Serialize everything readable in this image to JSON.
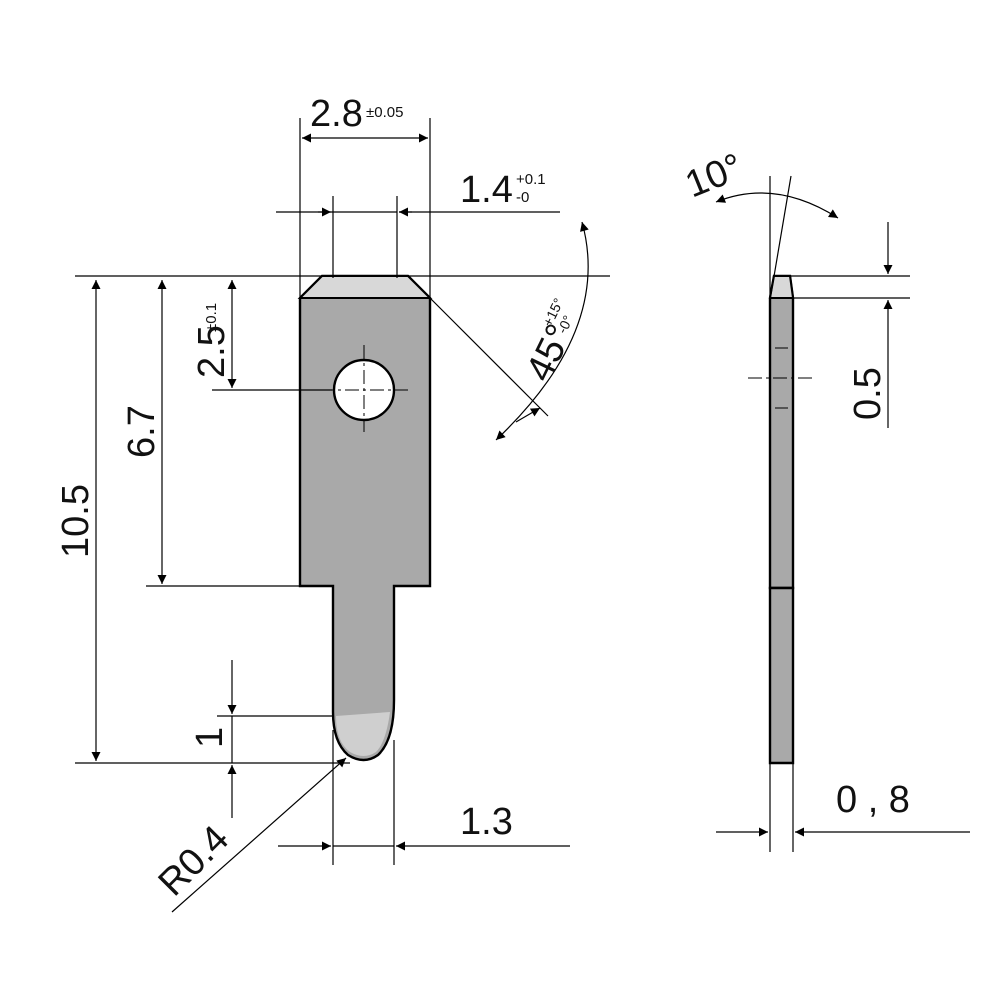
{
  "colors": {
    "part_fill": "#a9a9a9",
    "part_tip_fill": "#d8d8d8",
    "line": "#000000",
    "background": "#ffffff"
  },
  "dimensions": {
    "width_main": "2.8",
    "width_main_tol": "±0.05",
    "offset_top": "1.4",
    "offset_top_tol_plus": "+0.1",
    "offset_top_tol_minus": "-0",
    "chamfer_angle": "45°",
    "chamfer_angle_tol_plus": "+15°",
    "chamfer_angle_tol_minus": "-0°",
    "hole_position": "2.5",
    "hole_position_tol": "±0.1",
    "blade_length": "6.7",
    "total_length": "10.5",
    "tip_length": "1",
    "tip_radius": "R0.4",
    "pin_width": "1.3",
    "side_angle": "10°",
    "side_bevel": "0.5",
    "thickness": "0 , 8"
  }
}
